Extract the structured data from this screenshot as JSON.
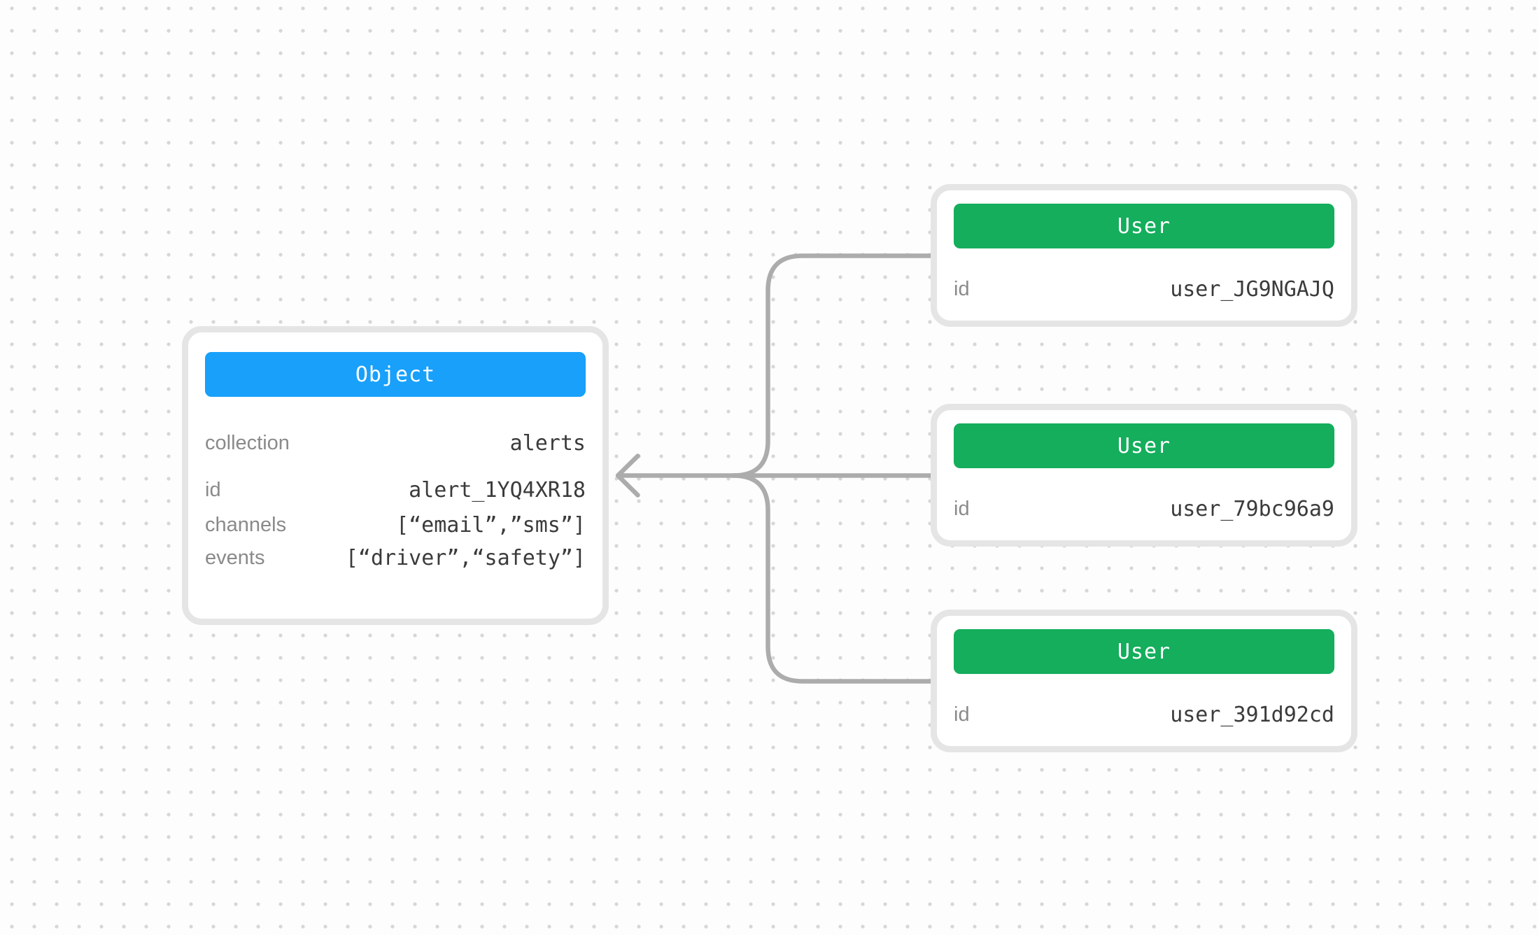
{
  "diagram": {
    "background": "dot-grid",
    "colors": {
      "object_header": "#18a0fb",
      "user_header": "#14ae5c",
      "connector": "#acacac",
      "card_border": "#e5e5e5",
      "label_text": "#8a8a8a",
      "value_text": "#3b3b3b",
      "dot": "#d7d7d7",
      "background": "#fdfdfd"
    },
    "object_card": {
      "header": "Object",
      "rows": [
        {
          "label": "collection",
          "value": "alerts"
        },
        {
          "label": "id",
          "value": "alert_1YQ4XR18"
        },
        {
          "label": "channels",
          "value": "[“email”,”sms”]"
        },
        {
          "label": "events",
          "value": "[“driver”,“safety”]"
        }
      ]
    },
    "user_cards": [
      {
        "header": "User",
        "rows": [
          {
            "label": "id",
            "value": "user_JG9NGAJQ"
          }
        ]
      },
      {
        "header": "User",
        "rows": [
          {
            "label": "id",
            "value": "user_79bc96a9"
          }
        ]
      },
      {
        "header": "User",
        "rows": [
          {
            "label": "id",
            "value": "user_391d92cd"
          }
        ]
      }
    ],
    "relationship": "three User records point to one Object record"
  }
}
